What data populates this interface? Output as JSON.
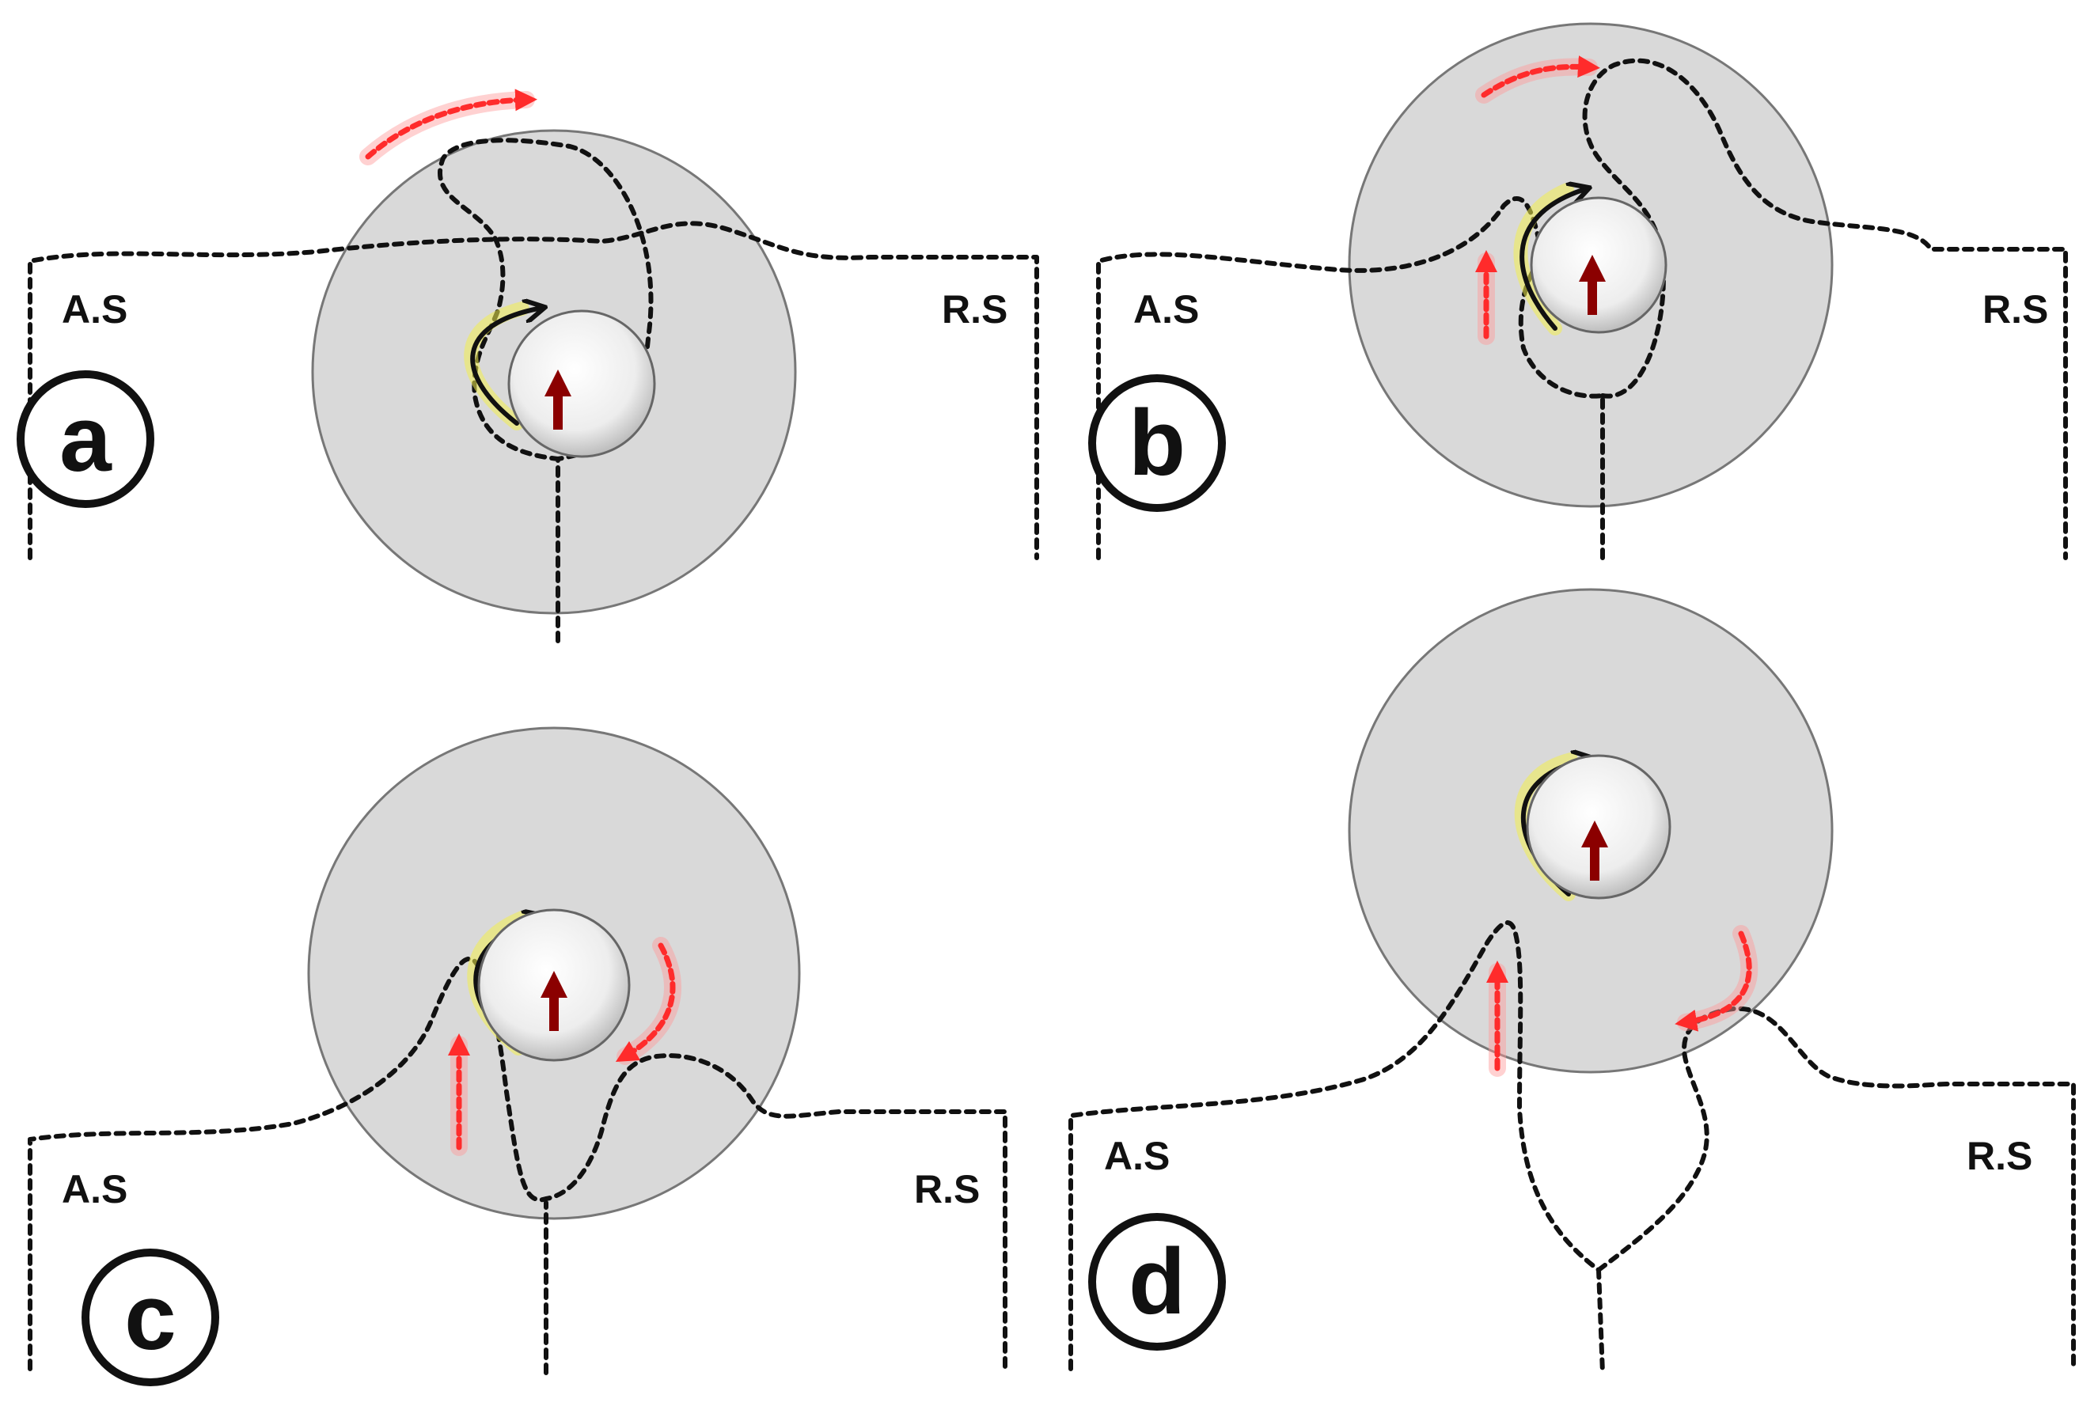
{
  "labels": {
    "advancing_side": "A.S",
    "retreating_side": "R.S"
  },
  "panels": [
    {
      "letter": "a"
    },
    {
      "letter": "b"
    },
    {
      "letter": "c"
    },
    {
      "letter": "d"
    }
  ],
  "colors": {
    "disc_fill": "#d9d9d9",
    "ball_fill": "#f2f2f2",
    "up_arrow": "#8b0000",
    "flow_arrow": "#ff2b2b",
    "rotation_glow": "#f3ee4e",
    "line": "#111111"
  }
}
